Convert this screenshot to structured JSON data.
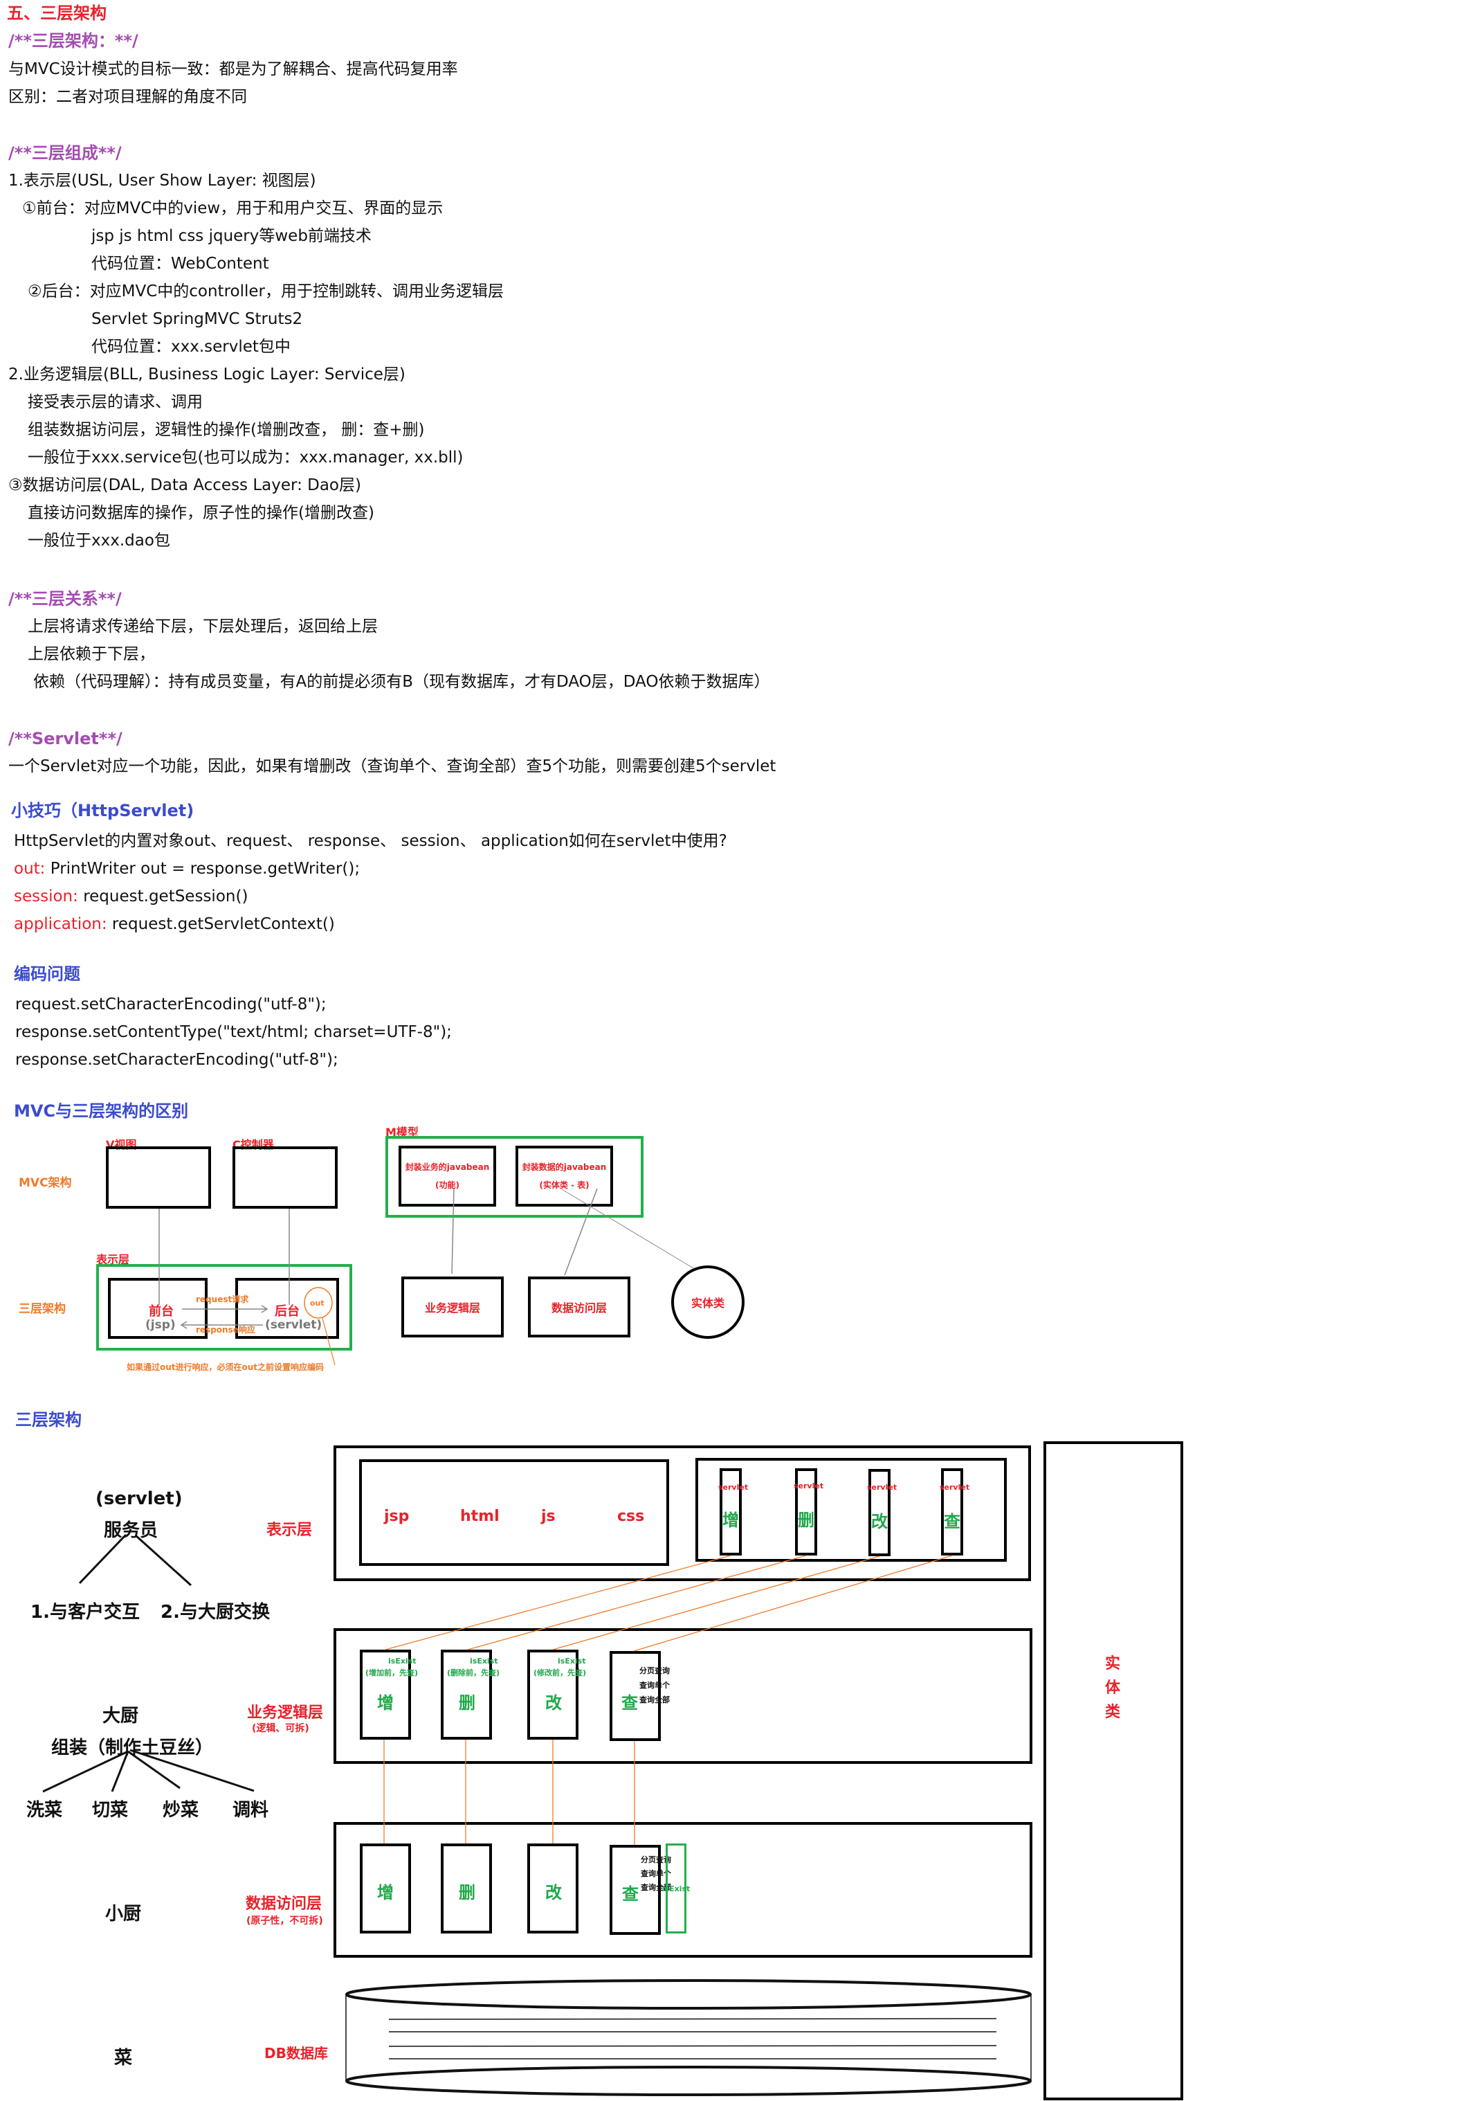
{
  "section_title": "五、三层架构",
  "intro": {
    "heading": "/**三层架构：**/",
    "lines": [
      "与MVC设计模式的目标一致：都是为了解耦合、提高代码复用率",
      "区别：二者对项目理解的角度不同"
    ]
  },
  "composition": {
    "heading": "/**三层组成**/",
    "lines": [
      "1.表示层(USL, User Show Layer: 视图层)",
      "①前台：对应MVC中的view，用于和用户交互、界面的显示",
      "jsp  js  html  css  jquery等web前端技术",
      "代码位置：WebContent",
      "②后台：对应MVC中的controller，用于控制跳转、调用业务逻辑层",
      "Servlet  SpringMVC  Struts2",
      "代码位置：xxx.servlet包中",
      "2.业务逻辑层(BLL, Business Logic Layer: Service层)",
      "接受表示层的请求、调用",
      "组装数据访问层，逻辑性的操作(增删改查，  删：查+删)",
      "一般位于xxx.service包(也可以成为：xxx.manager, xx.bll)",
      "③数据访问层(DAL, Data Access Layer: Dao层)",
      "直接访问数据库的操作，原子性的操作(增删改查)",
      "一般位于xxx.dao包"
    ]
  },
  "relation": {
    "heading": "/**三层关系**/",
    "lines": [
      "上层将请求传递给下层，下层处理后，返回给上层",
      "上层依赖于下层，",
      "依赖（代码理解）：持有成员变量，有A的前提必须有B（现有数据库，才有DAO层，DAO依赖于数据库）"
    ]
  },
  "servlet": {
    "heading": "/**Servlet**/",
    "line": "一个Servlet对应一个功能，因此，如果有增删改（查询单个、查询全部）查5个功能，则需要创建5个servlet"
  },
  "tips": {
    "heading": "小技巧（HttpServlet)",
    "question": "HttpServlet的内置对象out、request、 response、 session、 application如何在servlet中使用?",
    "items": [
      {
        "key": "out:",
        "value": " PrintWriter out = response.getWriter();"
      },
      {
        "key": "session:",
        "value": " request.getSession()"
      },
      {
        "key": "application:",
        "value": " request.getServletContext()"
      }
    ]
  },
  "encoding": {
    "heading": "编码问题",
    "lines": [
      "request.setCharacterEncoding(\"utf-8\");",
      "response.setContentType(\"text/html; charset=UTF-8\");",
      "response.setCharacterEncoding(\"utf-8\");"
    ]
  },
  "mvc_diagram": {
    "heading": "MVC与三层架构的区别",
    "row_mvc": "MVC架构",
    "row_three": "三层架构",
    "v_label": "V视图",
    "c_label": "C控制器",
    "m_label": "M模型",
    "m_box1_line1": "封装业务的javabean",
    "m_box1_line2": "(功能)",
    "m_box2_line1": "封装数据的javabean",
    "m_box2_line2": "(实体类 - 表)",
    "usl_label": "表示层",
    "front_title": "前台",
    "front_sub": "(jsp)",
    "back_title": "后台",
    "back_sub": "(servlet)",
    "request": "request请求",
    "response": "response响应",
    "out": "out",
    "note": "如果通过out进行响应，必须在out之前设置响应编码",
    "bll": "业务逻辑层",
    "dal": "数据访问层",
    "entity": "实体类"
  },
  "three_tier_diagram": {
    "heading": "三层架构",
    "analogy": {
      "waiter_top": "(servlet)",
      "waiter": "服务员",
      "waiter_task1": "1.与客户交互",
      "waiter_task2": "2.与大厨交换",
      "chef": "大厨",
      "chef_task": "组装（制作土豆丝）",
      "subtasks": [
        "洗菜",
        "切菜",
        "炒菜",
        "调料"
      ],
      "cook": "小厨",
      "dish": "菜"
    },
    "layer_labels": {
      "usl": "表示层",
      "bll": "业务逻辑层",
      "bll_note": "(逻辑、可拆)",
      "dal": "数据访问层",
      "dal_note": "(原子性，不可拆)",
      "db": "DB数据库"
    },
    "frontend_tech": [
      "jsp",
      "html",
      "js",
      "css"
    ],
    "servlet_tag": "servlet",
    "ops": [
      "增",
      "删",
      "改",
      "查"
    ],
    "bll_ops": [
      {
        "tag": "isExist",
        "note": "(增加前，先查)",
        "op": "增"
      },
      {
        "tag": "isExist",
        "note": "(删除前，先查)",
        "op": "删"
      },
      {
        "tag": "isExist",
        "note": "(修改前，先查)",
        "op": "改"
      }
    ],
    "query_kinds": [
      "分页查询",
      "查询单个",
      "查询全部"
    ],
    "dal_isexist": "isExist",
    "entity_chars": [
      "实",
      "体",
      "类"
    ]
  },
  "colors": {
    "red": "#e8222a",
    "purple": "#a44bb1",
    "blue": "#3b4bd0",
    "orange": "#f07a2a",
    "green": "#21a84a"
  }
}
